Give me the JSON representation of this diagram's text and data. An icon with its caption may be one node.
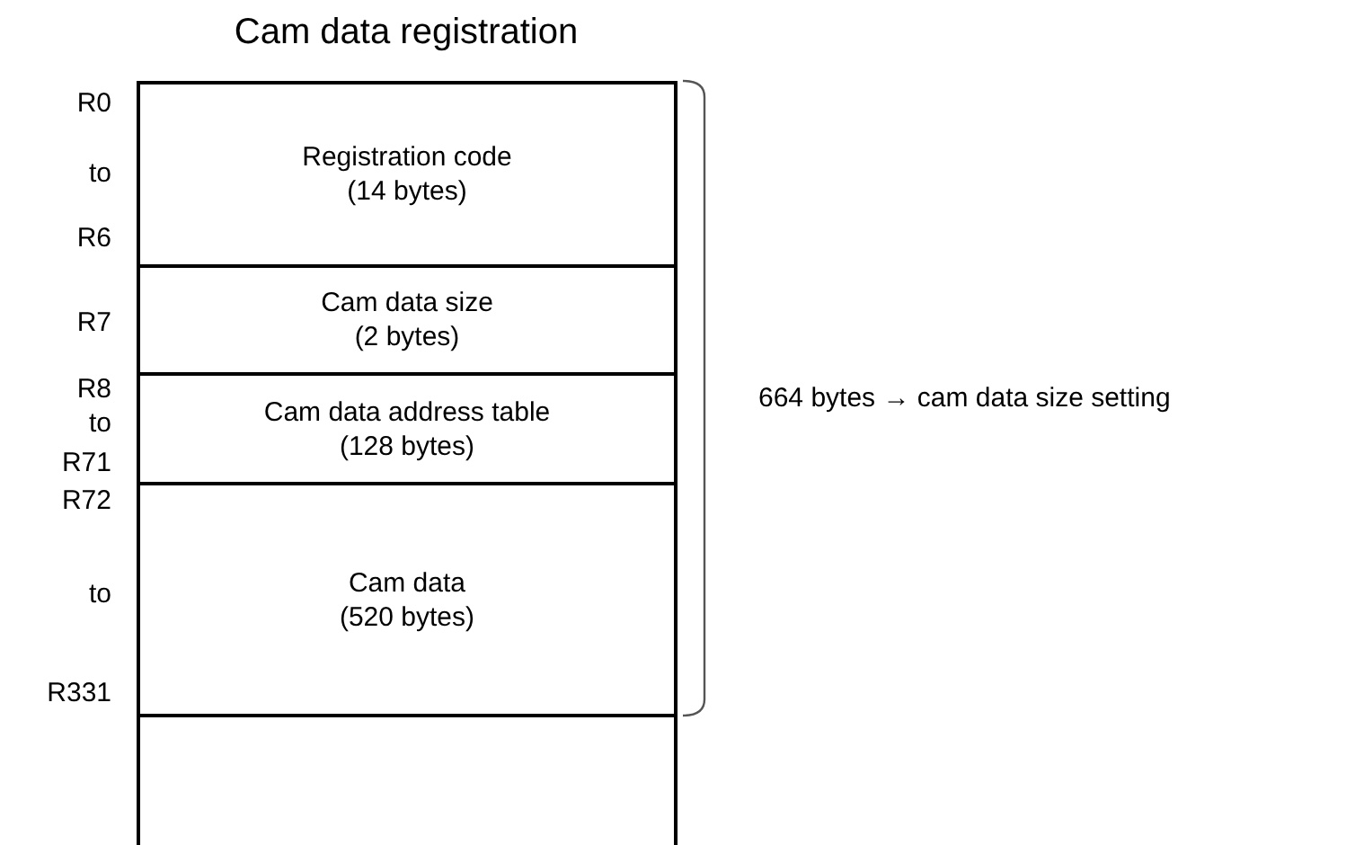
{
  "diagram": {
    "title": "Cam data registration",
    "nodes": [
      {
        "text": [
          "Registration code",
          "(14 bytes)"
        ]
      },
      {
        "text": [
          "Cam data size",
          "(2 bytes)"
        ]
      },
      {
        "text": [
          "Cam data address table",
          "(128 bytes)"
        ]
      },
      {
        "text": [
          "Cam data",
          "(520 bytes)"
        ]
      },
      {
        "text": [],
        "shape": "box"
      }
    ],
    "edges": [],
    "labels": [
      "R0",
      "to",
      "R6",
      "R7",
      "R8",
      "to",
      "R71",
      "R72",
      "to",
      "R331",
      "664 bytes → cam data size setting"
    ]
  }
}
